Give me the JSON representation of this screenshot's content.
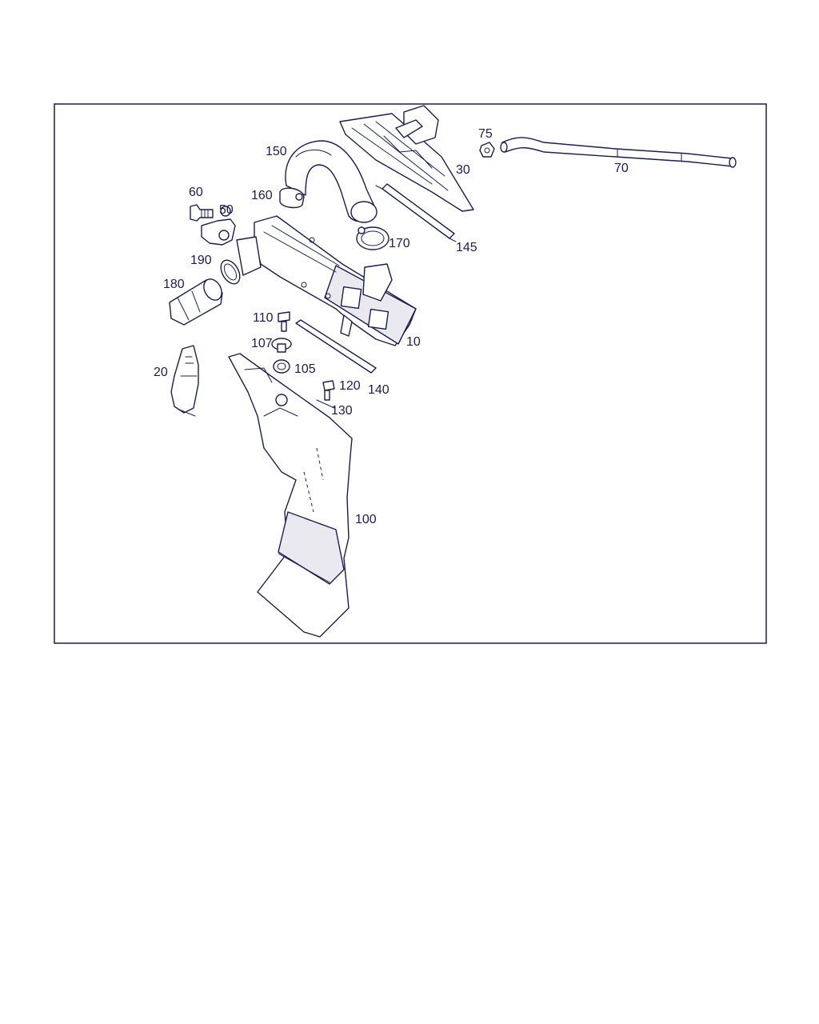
{
  "diagram": {
    "labels": {
      "p10": "10",
      "p20": "20",
      "p30": "30",
      "p50": "50",
      "p60": "60",
      "p70": "70",
      "p75": "75",
      "p100": "100",
      "p105": "105",
      "p107": "107",
      "p110": "110",
      "p120": "120",
      "p130": "130",
      "p140": "140",
      "p145": "145",
      "p150": "150",
      "p160": "160",
      "p170": "170",
      "p180": "180",
      "p190": "190"
    },
    "colors": {
      "line": "#1c1d4f",
      "background": "#ffffff"
    }
  }
}
